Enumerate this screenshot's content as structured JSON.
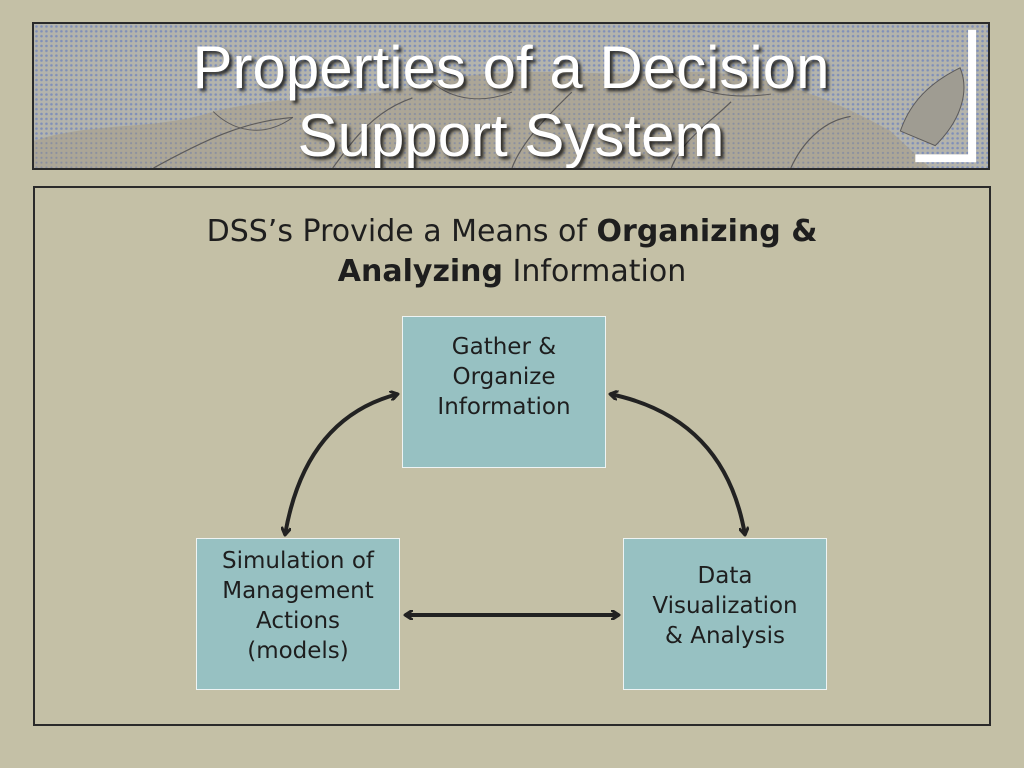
{
  "title": {
    "line1": "Properties of a Decision",
    "line2": "Support System"
  },
  "subtitle": {
    "part1": "DSS’s Provide a Means of ",
    "bold1": "Organizing &",
    "bold2": "Analyzing",
    "part2": " Information"
  },
  "nodes": {
    "gather": "Gather &\nOrganize\nInformation",
    "simulation": "Simulation of\nManagement\nActions\n(models)",
    "data": "Data\nVisualization\n& Analysis"
  },
  "colors": {
    "background": "#c4c0a6",
    "node_fill": "#97c1c2",
    "arrow": "#222222"
  }
}
